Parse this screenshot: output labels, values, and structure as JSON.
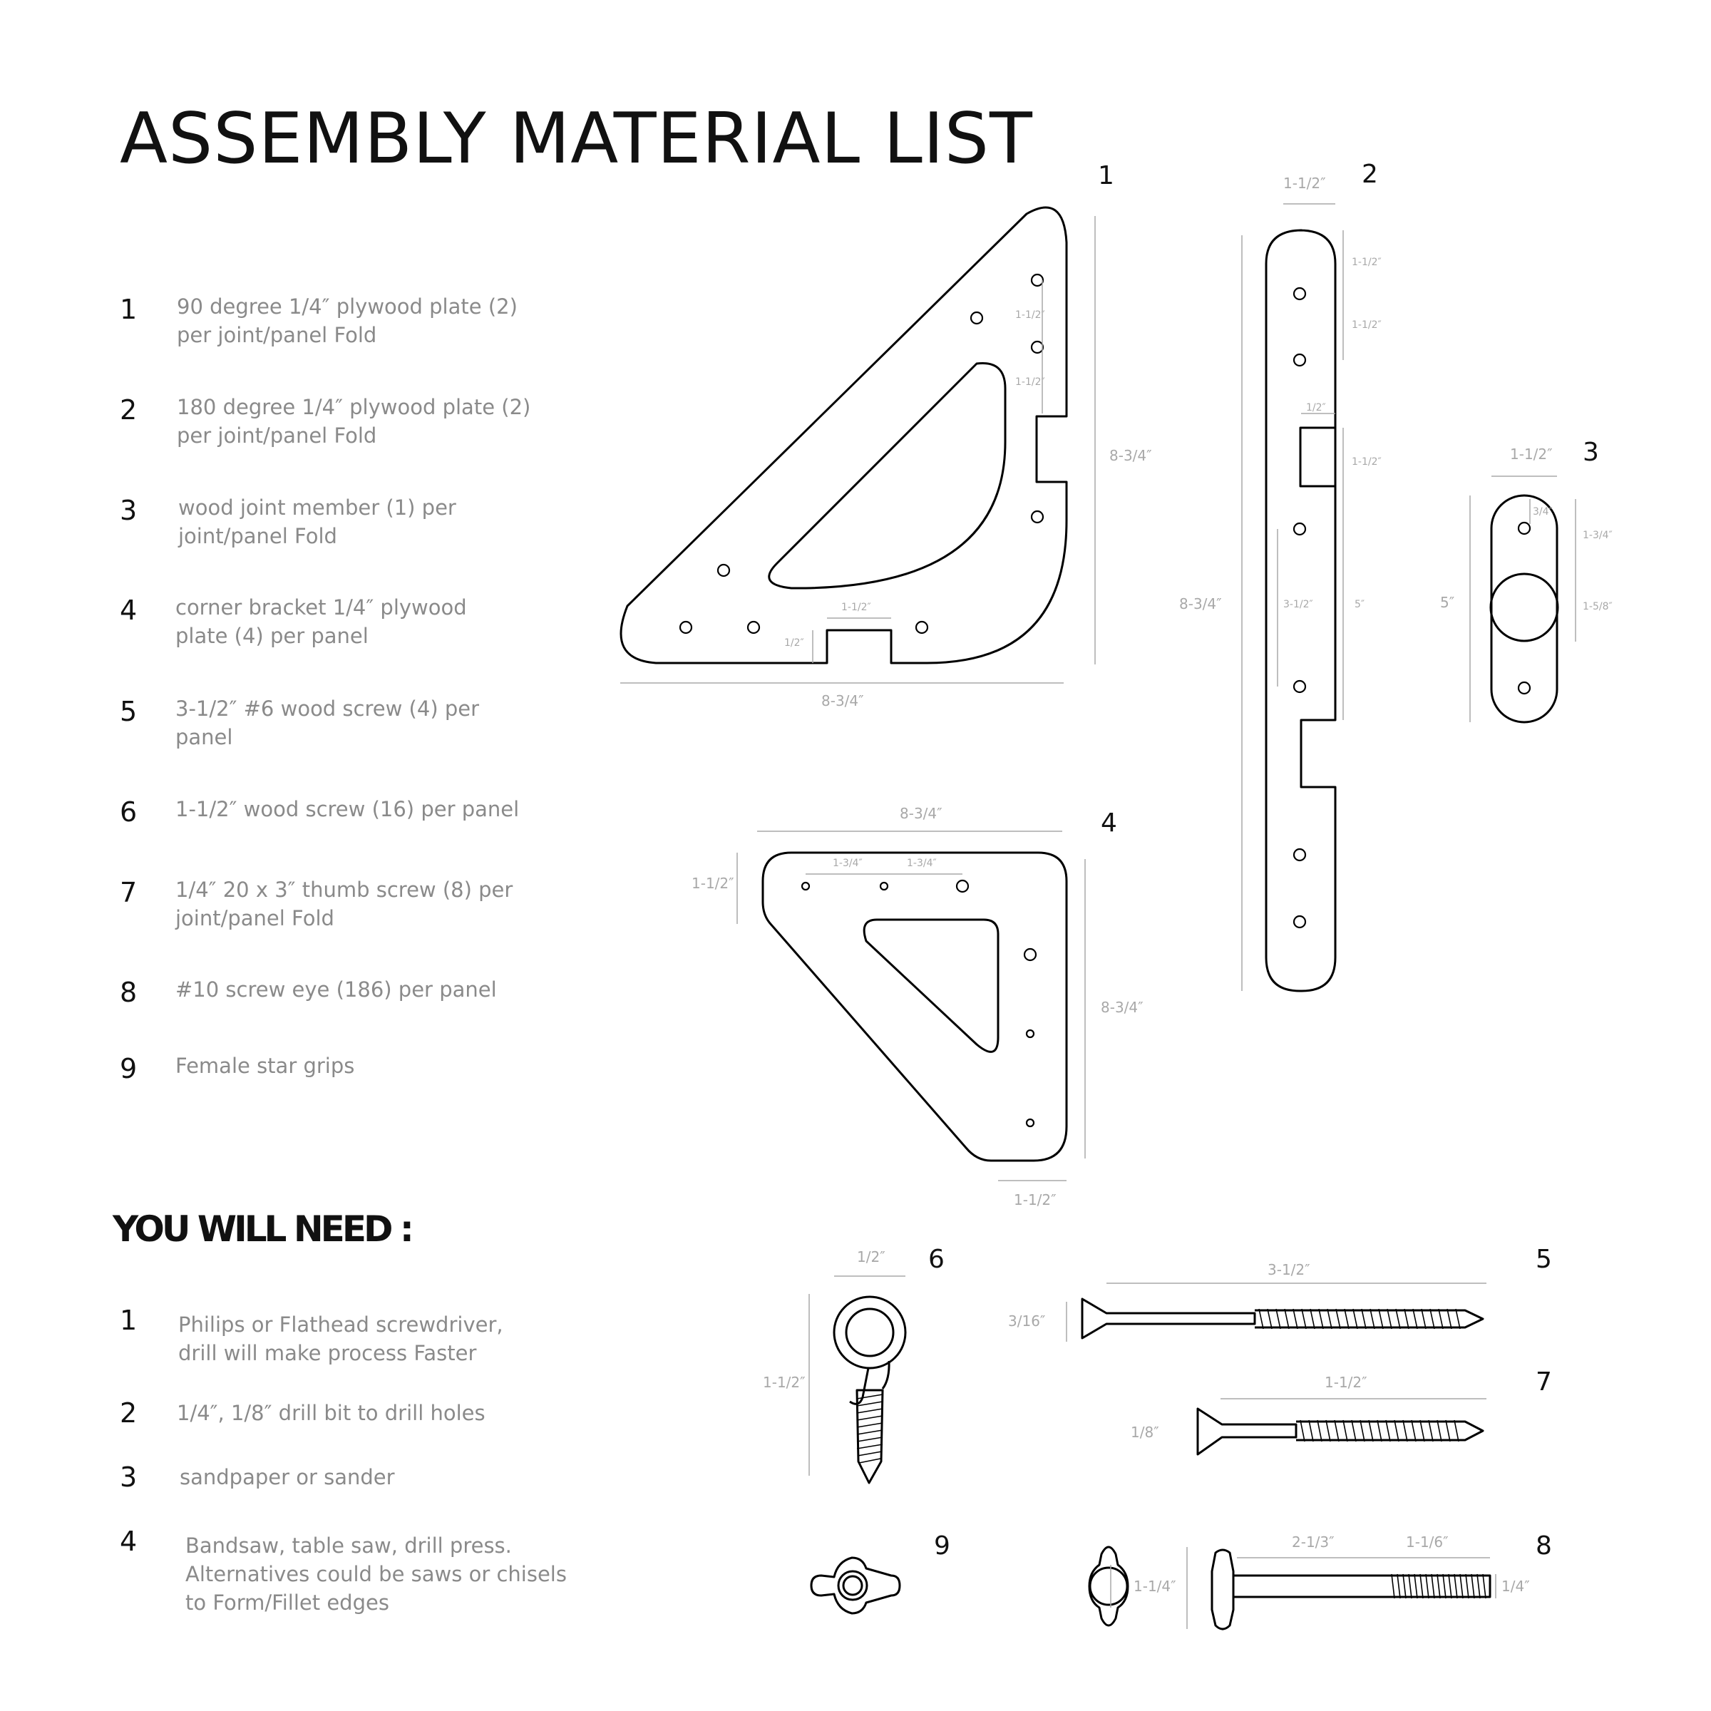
{
  "title": "ASSEMBLY MATERIAL LIST",
  "materials": [
    {
      "num": "1",
      "text": "90 degree 1/4″ plywood plate (2)\nper joint/panel Fold"
    },
    {
      "num": "2",
      "text": "180 degree 1/4″ plywood plate (2)\nper joint/panel Fold"
    },
    {
      "num": "3",
      "text": "wood joint member (1) per\njoint/panel Fold"
    },
    {
      "num": "4",
      "text": "corner bracket 1/4″ plywood\nplate (4) per panel"
    },
    {
      "num": "5",
      "text": "3-1/2″ #6 wood screw (4) per\npanel"
    },
    {
      "num": "6",
      "text": "1-1/2″ wood screw (16) per panel"
    },
    {
      "num": "7",
      "text": "1/4″ 20 x 3″ thumb screw (8) per\njoint/panel Fold"
    },
    {
      "num": "8",
      "text": "#10 screw eye (186) per panel"
    },
    {
      "num": "9",
      "text": "Female star grips"
    }
  ],
  "need_title": "YOU WILL NEED :",
  "tools": [
    {
      "num": "1",
      "text": "Philips or Flathead screwdriver,\ndrill will make process Faster"
    },
    {
      "num": "2",
      "text": "1/4″, 1/8″ drill bit to drill holes"
    },
    {
      "num": "3",
      "text": "sandpaper or sander"
    },
    {
      "num": "4",
      "text": "Bandsaw, table saw, drill press.\nAlternatives could be saws or chisels\nto Form/Fillet edges"
    }
  ],
  "part_labels": {
    "p1": "1",
    "p2": "2",
    "p3": "3",
    "p4": "4",
    "p5": "5",
    "p6": "6",
    "p7": "7",
    "p8": "8",
    "p9": "9"
  },
  "dimensions": {
    "p1_width": "8-3/4″",
    "p1_height": "8-3/4″",
    "p1_hole_a": "1-1/2″",
    "p1_hole_b": "1-1/2″",
    "p1_slot_w": "1-1/2″",
    "p1_slot_d": "1/2″",
    "p2_width": "1-1/2″",
    "p2_height": "8-3/4″",
    "p2_top_a": "1-1/2″",
    "p2_top_b": "1-1/2″",
    "p2_notch": "1/2″",
    "p2_notch_h": "1-1/2″",
    "p2_inner": "3-1/2″",
    "p2_right": "5″",
    "p3_width": "1-1/2″",
    "p3_height": "5″",
    "p3_top": "3/4″",
    "p3_a": "1-3/4″",
    "p3_b": "1-5/8″",
    "p4_width": "8-3/4″",
    "p4_height": "8-3/4″",
    "p4_left": "1-1/2″",
    "p4_bottom": "1-1/2″",
    "p4_a": "1-3/4″",
    "p4_b": "1-3/4″",
    "p5_len": "3-1/2″",
    "p5_dia": "3/16″",
    "p6_w": "1/2″",
    "p6_h": "1-1/2″",
    "p7_len": "1-1/2″",
    "p7_dia": "1/8″",
    "p8_a": "2-1/3″",
    "p8_b": "1-1/6″",
    "p8_dia": "1/4″",
    "p8_head": "1-1/4″"
  },
  "colors": {
    "line": "#000000",
    "dimension": "#a8a8a8",
    "text_gray": "#8a8a8a"
  }
}
